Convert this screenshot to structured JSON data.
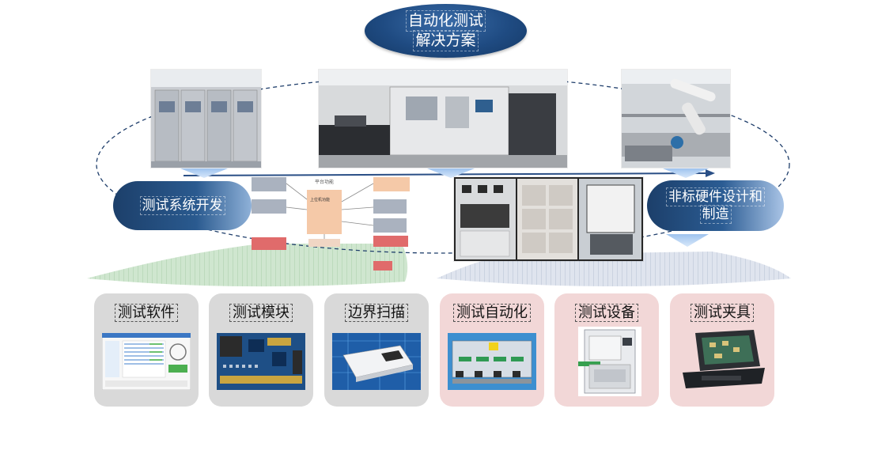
{
  "title": {
    "line1": "自动化测试",
    "line2": "解决方案"
  },
  "pills": {
    "left": {
      "label": "测试系统开发"
    },
    "right": {
      "line1": "非标硬件设计和",
      "line2": "制造"
    }
  },
  "cards": [
    {
      "label": "测试软件",
      "icon": "software-screenshot"
    },
    {
      "label": "测试模块",
      "icon": "circuit-board"
    },
    {
      "label": "边界扫描",
      "icon": "boundary-scan-device"
    },
    {
      "label": "测试自动化",
      "icon": "automation-line"
    },
    {
      "label": "测试设备",
      "icon": "test-cabinet"
    },
    {
      "label": "测试夹具",
      "icon": "test-fixture"
    }
  ],
  "diagram": {
    "header": "平台功能",
    "center_text": "上位机功能"
  },
  "colors": {
    "navy": "#1f4b82",
    "card_grey": "#d9d9d9",
    "card_pink": "#f2d7d7",
    "fan_green": "#bfe0bf",
    "fan_blue": "#c9d3e6"
  }
}
